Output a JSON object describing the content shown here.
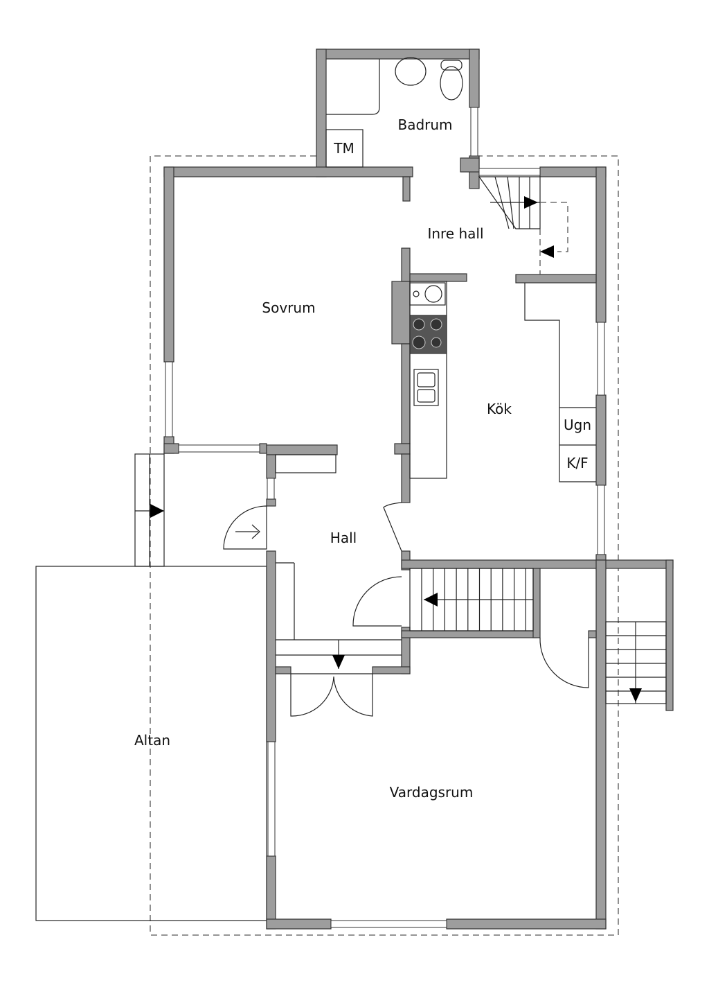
{
  "plan": {
    "rooms": {
      "badrum": "Badrum",
      "tm": "TM",
      "inre_hall": "Inre hall",
      "sovrum": "Sovrum",
      "kok": "Kök",
      "ugn": "Ugn",
      "kf": "K/F",
      "hall": "Hall",
      "altan": "Altan",
      "vardagsrum": "Vardagsrum"
    },
    "colors": {
      "wall": "#9d9d9d",
      "line": "#222222"
    }
  }
}
